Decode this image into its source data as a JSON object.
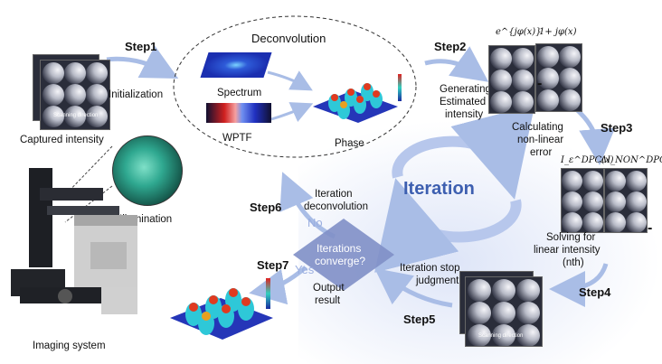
{
  "steps": {
    "step1": "Step1",
    "step2": "Step2",
    "step3": "Step3",
    "step4": "Step4",
    "step5": "Step5",
    "step6": "Step6",
    "step7": "Step7"
  },
  "labels": {
    "initialization": "Initialization",
    "captured_intensity": "Captured intensity",
    "deconvolution": "Deconvolution",
    "spectrum": "Spectrum",
    "wptf": "WPTF",
    "phase": "Phase",
    "generating": [
      "Generating",
      "Estimated",
      "intensity"
    ],
    "calculating": [
      "Calculating",
      "non-linear",
      "error"
    ],
    "solving": [
      "Solving for",
      "linear intensity",
      "(nth)"
    ],
    "iteration_stop": [
      "Iteration stop",
      "judgment"
    ],
    "iteration_deconv": [
      "Iteration",
      "deconvolution"
    ],
    "iterations_converge": [
      "Iterations",
      "converge?"
    ],
    "no": "No",
    "yes": "Yes",
    "output_result": [
      "Output",
      "result"
    ],
    "iteration": "Iteration",
    "illumination": "Illumination",
    "imaging_system": "Imaging system",
    "scale_text": "Scanning direction",
    "minus": "-"
  },
  "math": {
    "exp_term": "e^{jφ(x)}",
    "one_plus": "1+ jφ(x)",
    "i_dpc": "I_ε^DPC(x)",
    "delta_i": "ΔI_NON^DPC(x)"
  },
  "colors": {
    "arrow": "#a9bde6",
    "iteration_text": "#3d5fb0",
    "diamond": "#7f8fc6",
    "yes_no": "#9aaee0"
  }
}
